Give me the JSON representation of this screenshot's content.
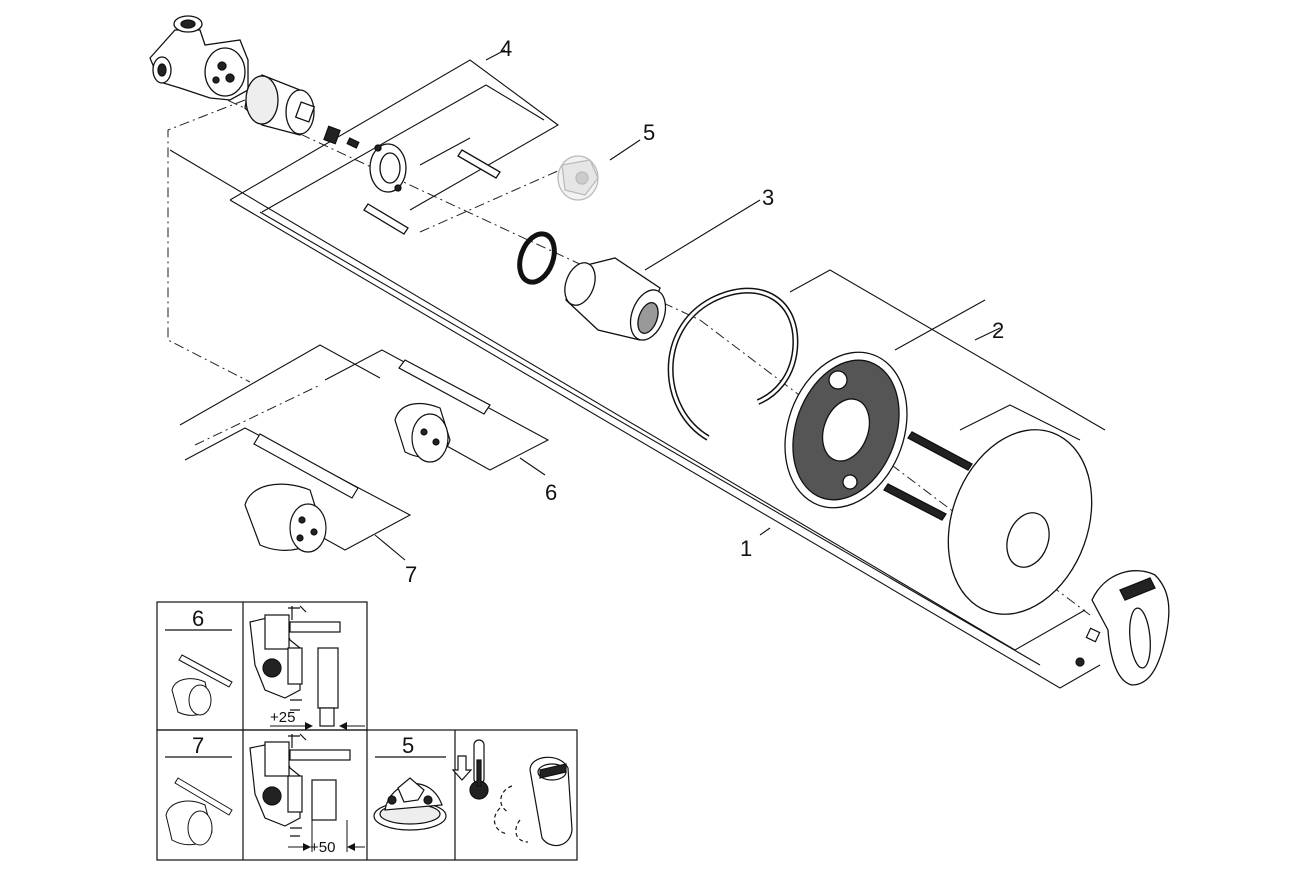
{
  "callouts": {
    "c1": "1",
    "c2": "2",
    "c3": "3",
    "c4": "4",
    "c5": "5",
    "c6": "6",
    "c7": "7"
  },
  "table": {
    "cell_6_label": "6",
    "cell_6_dim": "+25",
    "cell_7_label": "7",
    "cell_7_dim": "+50",
    "cell_5_label": "5"
  },
  "colors": {
    "line": "#111111",
    "light_part": "#c8c8c8",
    "dark_fill": "#222222"
  },
  "icons": [
    "valve-body-icon",
    "cartridge-icon",
    "o-ring-icon",
    "sleeve-icon",
    "snap-ring-icon",
    "mounting-plate-icon",
    "rosette-icon",
    "lever-handle-icon",
    "extension-rod-icon",
    "extension-cartridge-icon",
    "limit-stop-icon",
    "thermometer-icon",
    "arrow-down-icon"
  ]
}
